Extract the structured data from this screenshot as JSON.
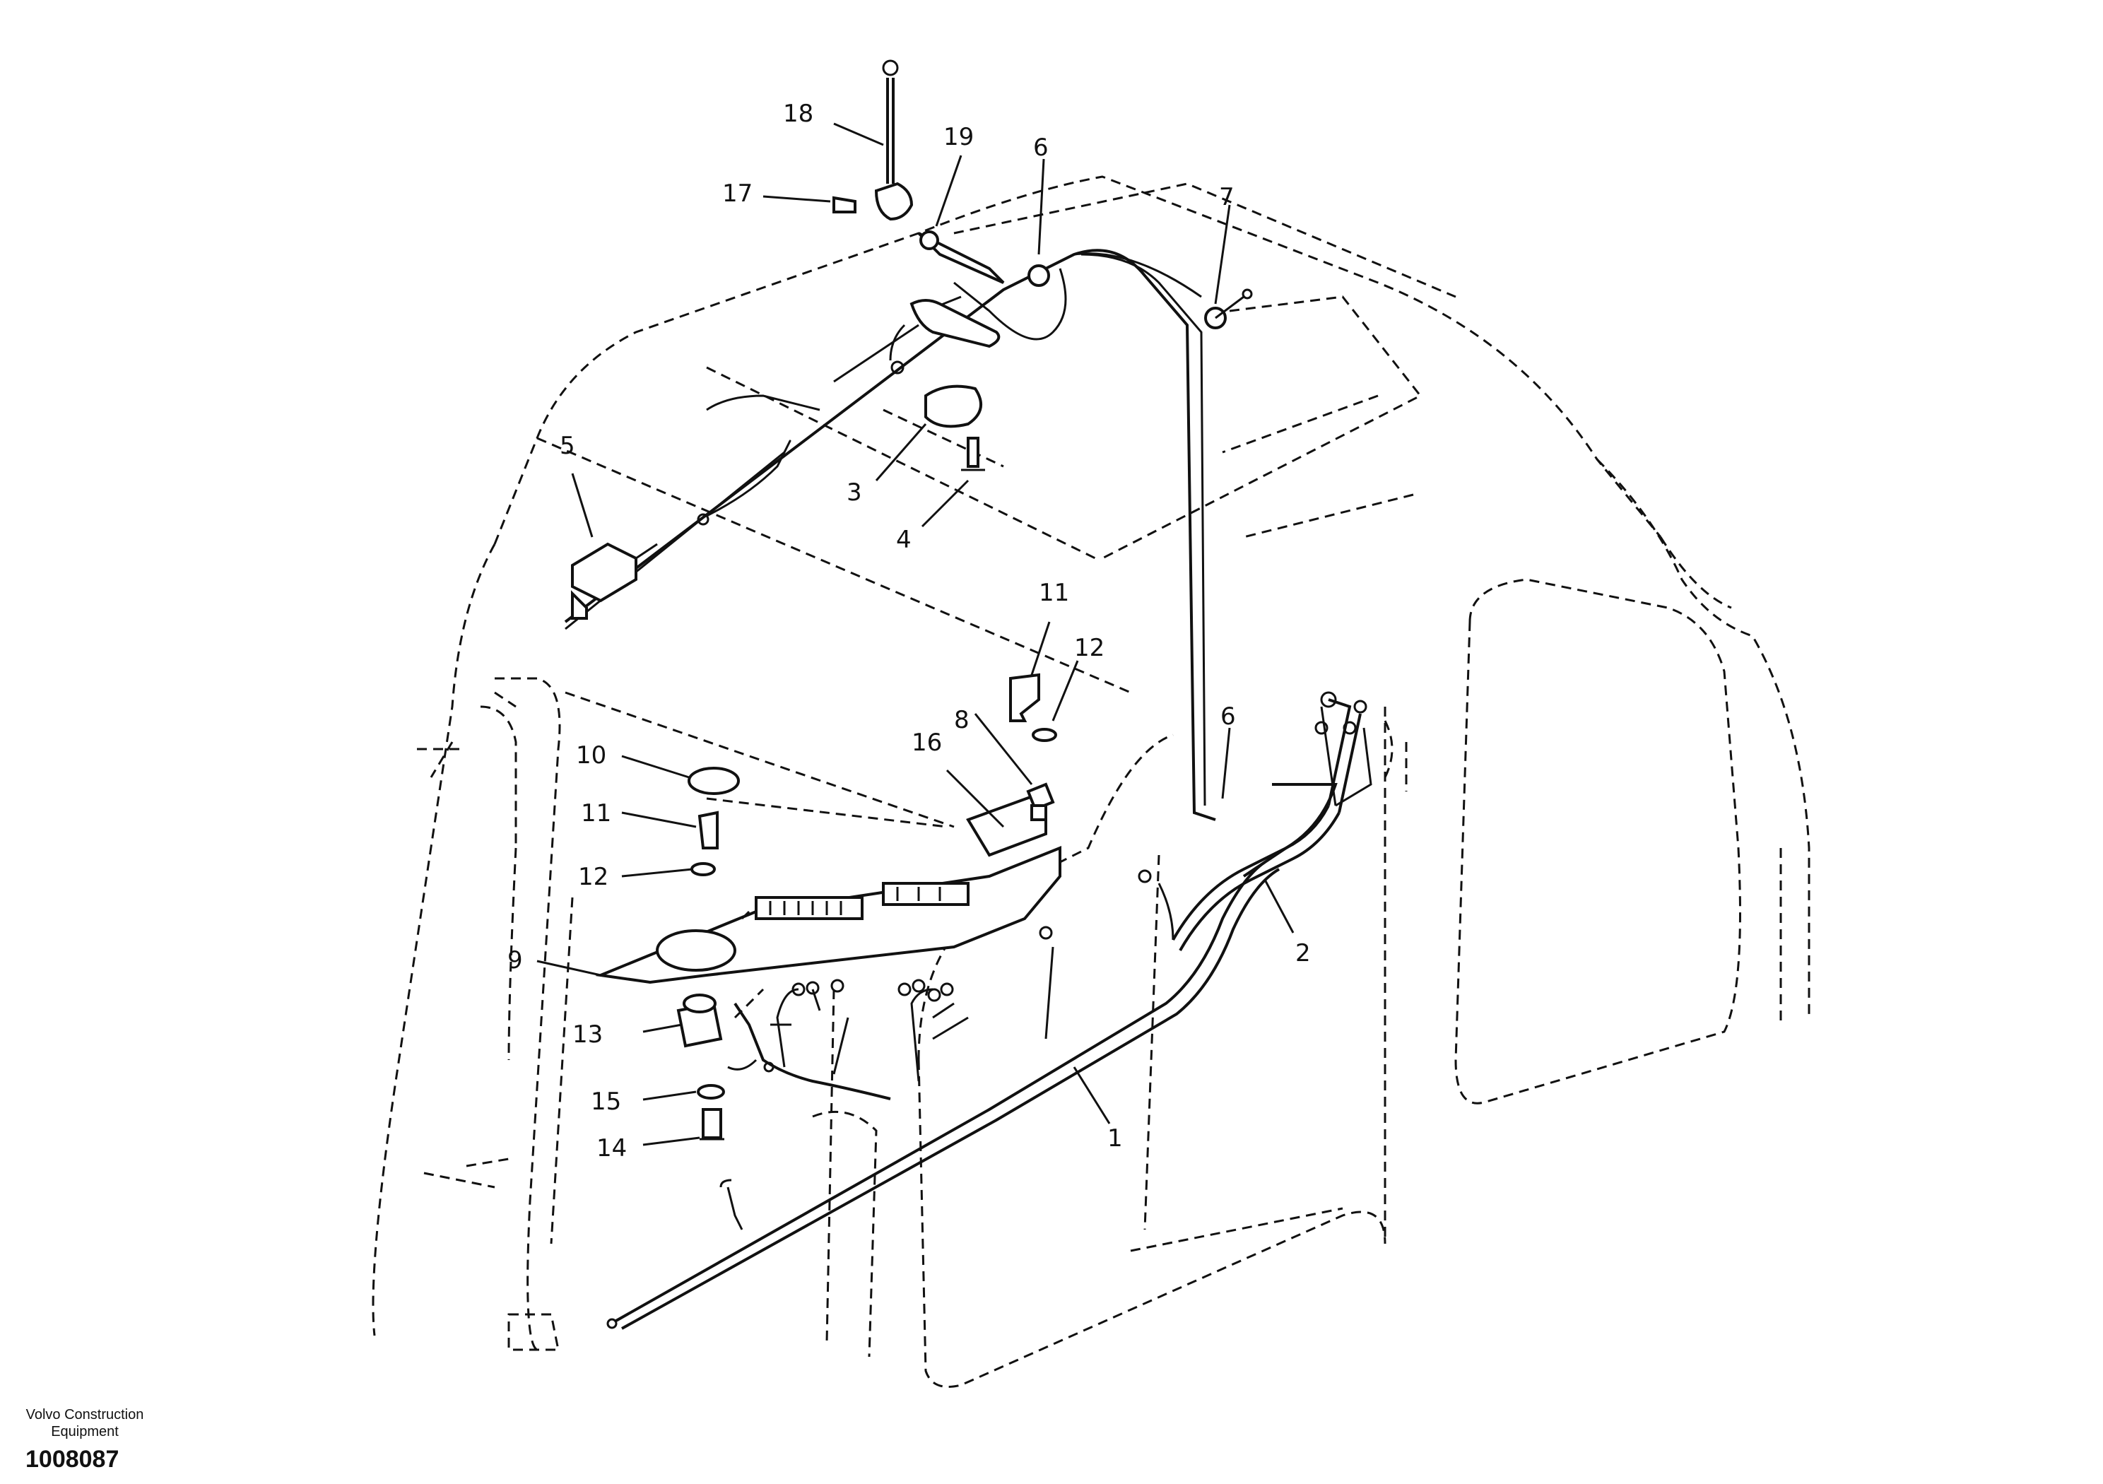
{
  "diagram": {
    "callouts": [
      {
        "id": "c1",
        "label": "1"
      },
      {
        "id": "c2",
        "label": "2"
      },
      {
        "id": "c3",
        "label": "3"
      },
      {
        "id": "c4",
        "label": "4"
      },
      {
        "id": "c5",
        "label": "5"
      },
      {
        "id": "c6a",
        "label": "6"
      },
      {
        "id": "c6b",
        "label": "6"
      },
      {
        "id": "c7",
        "label": "7"
      },
      {
        "id": "c8",
        "label": "8"
      },
      {
        "id": "c9",
        "label": "9"
      },
      {
        "id": "c10",
        "label": "10"
      },
      {
        "id": "c11a",
        "label": "11"
      },
      {
        "id": "c11b",
        "label": "11"
      },
      {
        "id": "c12a",
        "label": "12"
      },
      {
        "id": "c12b",
        "label": "12"
      },
      {
        "id": "c13",
        "label": "13"
      },
      {
        "id": "c14",
        "label": "14"
      },
      {
        "id": "c15",
        "label": "15"
      },
      {
        "id": "c16",
        "label": "16"
      },
      {
        "id": "c17",
        "label": "17"
      },
      {
        "id": "c18",
        "label": "18"
      },
      {
        "id": "c19",
        "label": "19"
      }
    ]
  },
  "footer": {
    "company_line1": "Volvo Construction",
    "company_line2": "Equipment",
    "document_number": "1008087"
  }
}
